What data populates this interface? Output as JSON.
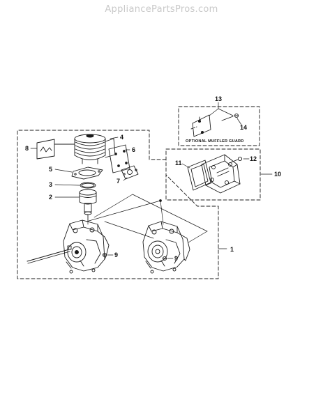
{
  "watermark": "AppliancePartsPros.com",
  "diagram": {
    "callouts": {
      "n1": "1",
      "n2": "2",
      "n3": "3",
      "n4": "4",
      "n5": "5",
      "n6": "6",
      "n7": "7",
      "n8": "8",
      "n9a": "9",
      "n9b": "9",
      "n10": "10",
      "n11": "11",
      "n12": "12",
      "n13": "13",
      "n14": "14"
    },
    "optional_muffler_guard_label": "OPTIONAL MUFFLER GUARD"
  },
  "colors": {
    "ink": "#1a1a1a",
    "watermark": "#c9c9c9",
    "background": "#ffffff"
  }
}
